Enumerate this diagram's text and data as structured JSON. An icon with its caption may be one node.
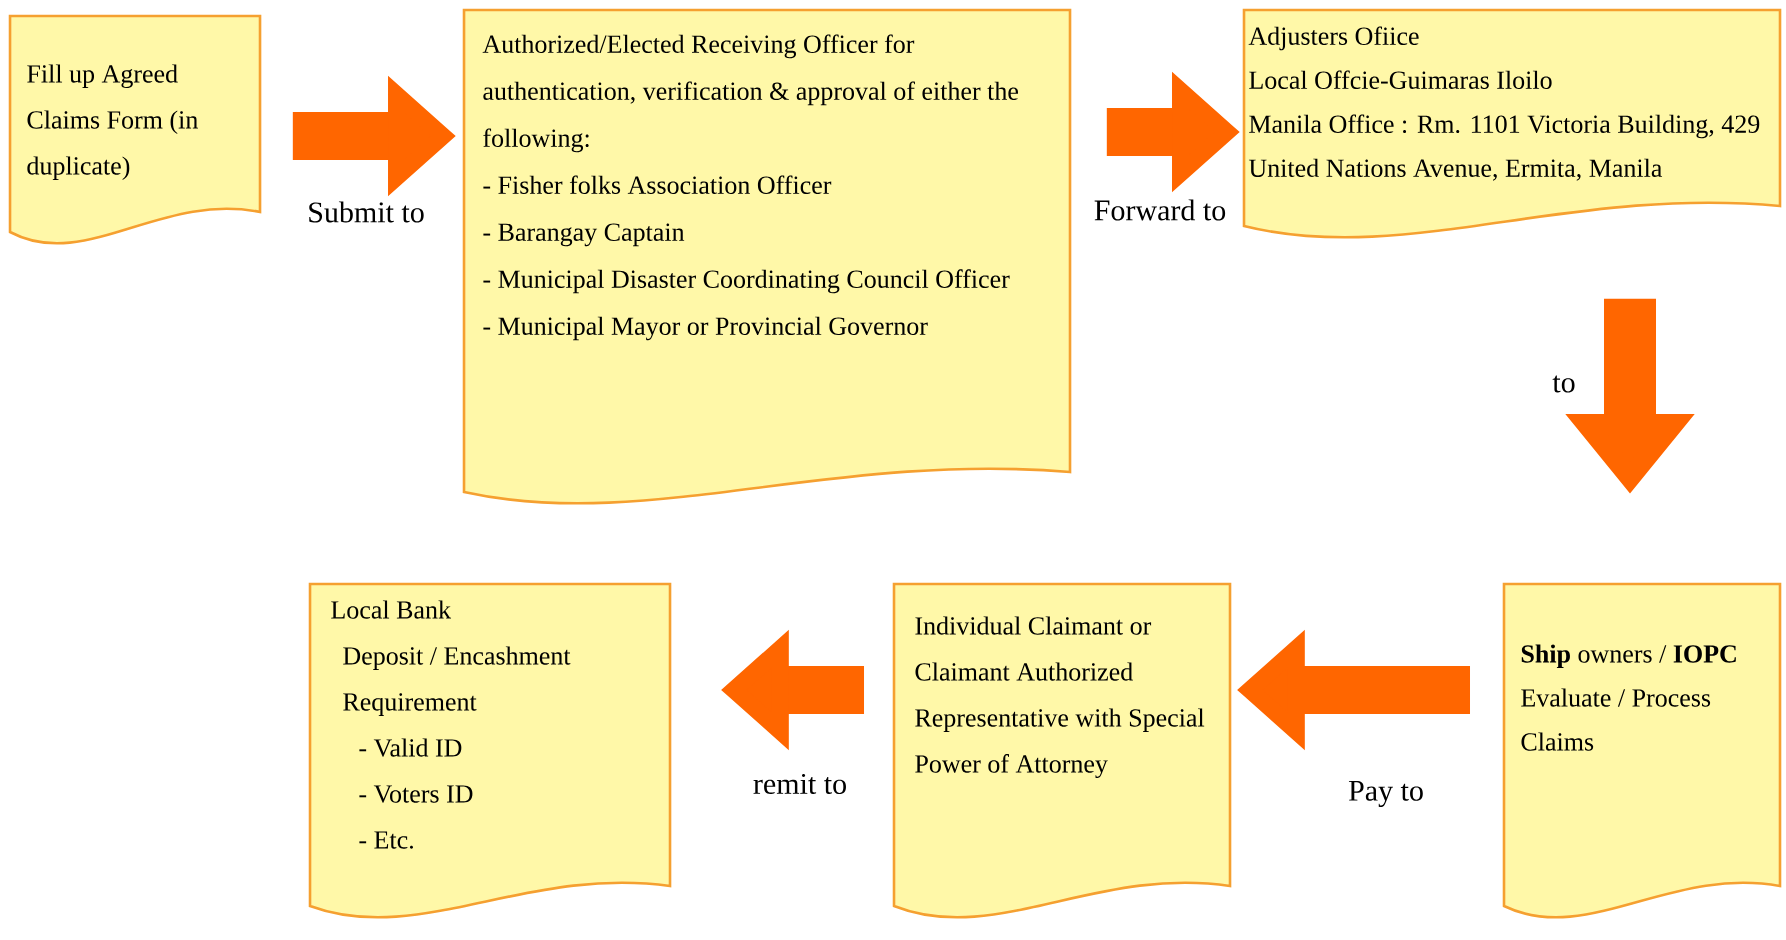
{
  "diagram": {
    "nodes": [
      {
        "text": [
          "Fill up Agreed Claims Form (in duplicate)"
        ]
      },
      {
        "text": [
          "Authorized/Elected Receiving Officer for authentication, verification & approval of either the following:",
          "- Fisher folks Association Officer",
          "- Barangay Captain",
          "- Municipal Disaster Coordinating Council Officer",
          "- Municipal Mayor or Provincial Governor"
        ]
      },
      {
        "text": [
          "Adjusters Ofiice",
          "Local Offcie-Guimaras Iloilo",
          "Manila Office : Rm. 1101 Victoria Building, 429 United Nations Avenue, Ermita, Manila"
        ]
      },
      {
        "text": [
          "**Ship** owners / **IOPC**",
          "Evaluate / Process Claims"
        ]
      },
      {
        "text": [
          "Individual Claimant or Claimant Authorized Representative with Special Power of Attorney"
        ]
      },
      {
        "text": [
          "Local Bank",
          "Deposit / Encashment Requirement",
          "- Valid ID",
          "- Voters ID",
          "- Etc."
        ]
      }
    ],
    "edges": [
      {
        "from": 0,
        "to": 1,
        "arrow": "to",
        "label": "Submit to"
      },
      {
        "from": 1,
        "to": 2,
        "arrow": "to",
        "label": "Forward to"
      },
      {
        "from": 2,
        "to": 3,
        "arrow": "to",
        "label": "to"
      },
      {
        "from": 3,
        "to": 4,
        "arrow": "to",
        "label": "Pay to"
      },
      {
        "from": 4,
        "to": 5,
        "arrow": "to",
        "label": "remit to"
      }
    ]
  }
}
